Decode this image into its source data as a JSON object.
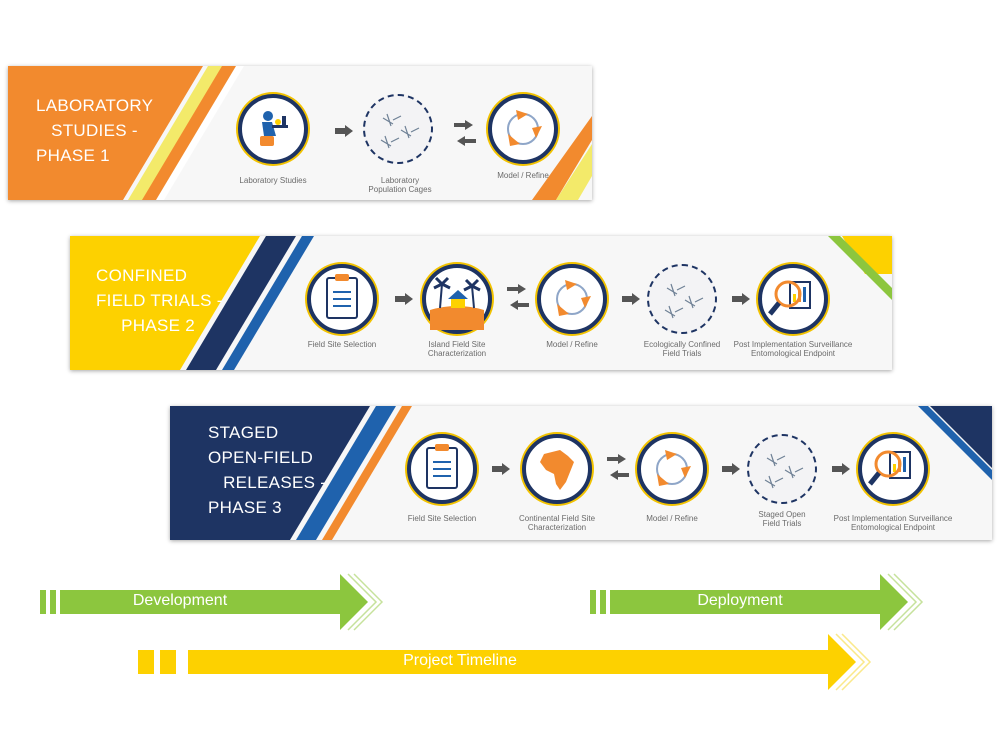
{
  "phases": [
    {
      "title": "LABORATORY\n   STUDIES -\nPHASE 1",
      "steps": [
        {
          "label": "Laboratory Studies",
          "icon": "lab-scientist-icon"
        },
        {
          "label": "Laboratory\nPopulation Cages",
          "icon": "mosquito-cage-icon"
        },
        {
          "label": "Model / Refine",
          "icon": "cycle-arrows-icon"
        }
      ]
    },
    {
      "title": "CONFINED\nFIELD TRIALS -\n     PHASE 2",
      "steps": [
        {
          "label": "Field Site Selection",
          "icon": "clipboard-checklist-icon"
        },
        {
          "label": "Island Field Site\nCharacterization",
          "icon": "island-palm-icon"
        },
        {
          "label": "Model / Refine",
          "icon": "cycle-arrows-icon"
        },
        {
          "label": "Ecologically Confined\nField Trials",
          "icon": "mosquito-cage-icon"
        },
        {
          "label": "Post Implementation Surveillance\nEntomological Endpoint",
          "icon": "magnifier-report-icon"
        }
      ]
    },
    {
      "title": "STAGED\nOPEN-FIELD\n   RELEASES -\nPHASE 3",
      "steps": [
        {
          "label": "Field Site Selection",
          "icon": "clipboard-checklist-icon"
        },
        {
          "label": "Continental Field Site\nCharacterization",
          "icon": "africa-map-icon"
        },
        {
          "label": "Model / Refine",
          "icon": "cycle-arrows-icon"
        },
        {
          "label": "Staged Open\nField Trials",
          "icon": "mosquito-cage-icon"
        },
        {
          "label": "Post Implementation Surveillance\nEntomological Endpoint",
          "icon": "magnifier-report-icon"
        }
      ]
    }
  ],
  "timeline": {
    "development": "Development",
    "deployment": "Deployment",
    "project": "Project Timeline"
  },
  "colors": {
    "orange": "#f28a2e",
    "yellow": "#fdd100",
    "navy": "#1e3463",
    "blue": "#1f62ad",
    "green": "#8cc63e",
    "light_yellow": "#f3ea6a"
  }
}
